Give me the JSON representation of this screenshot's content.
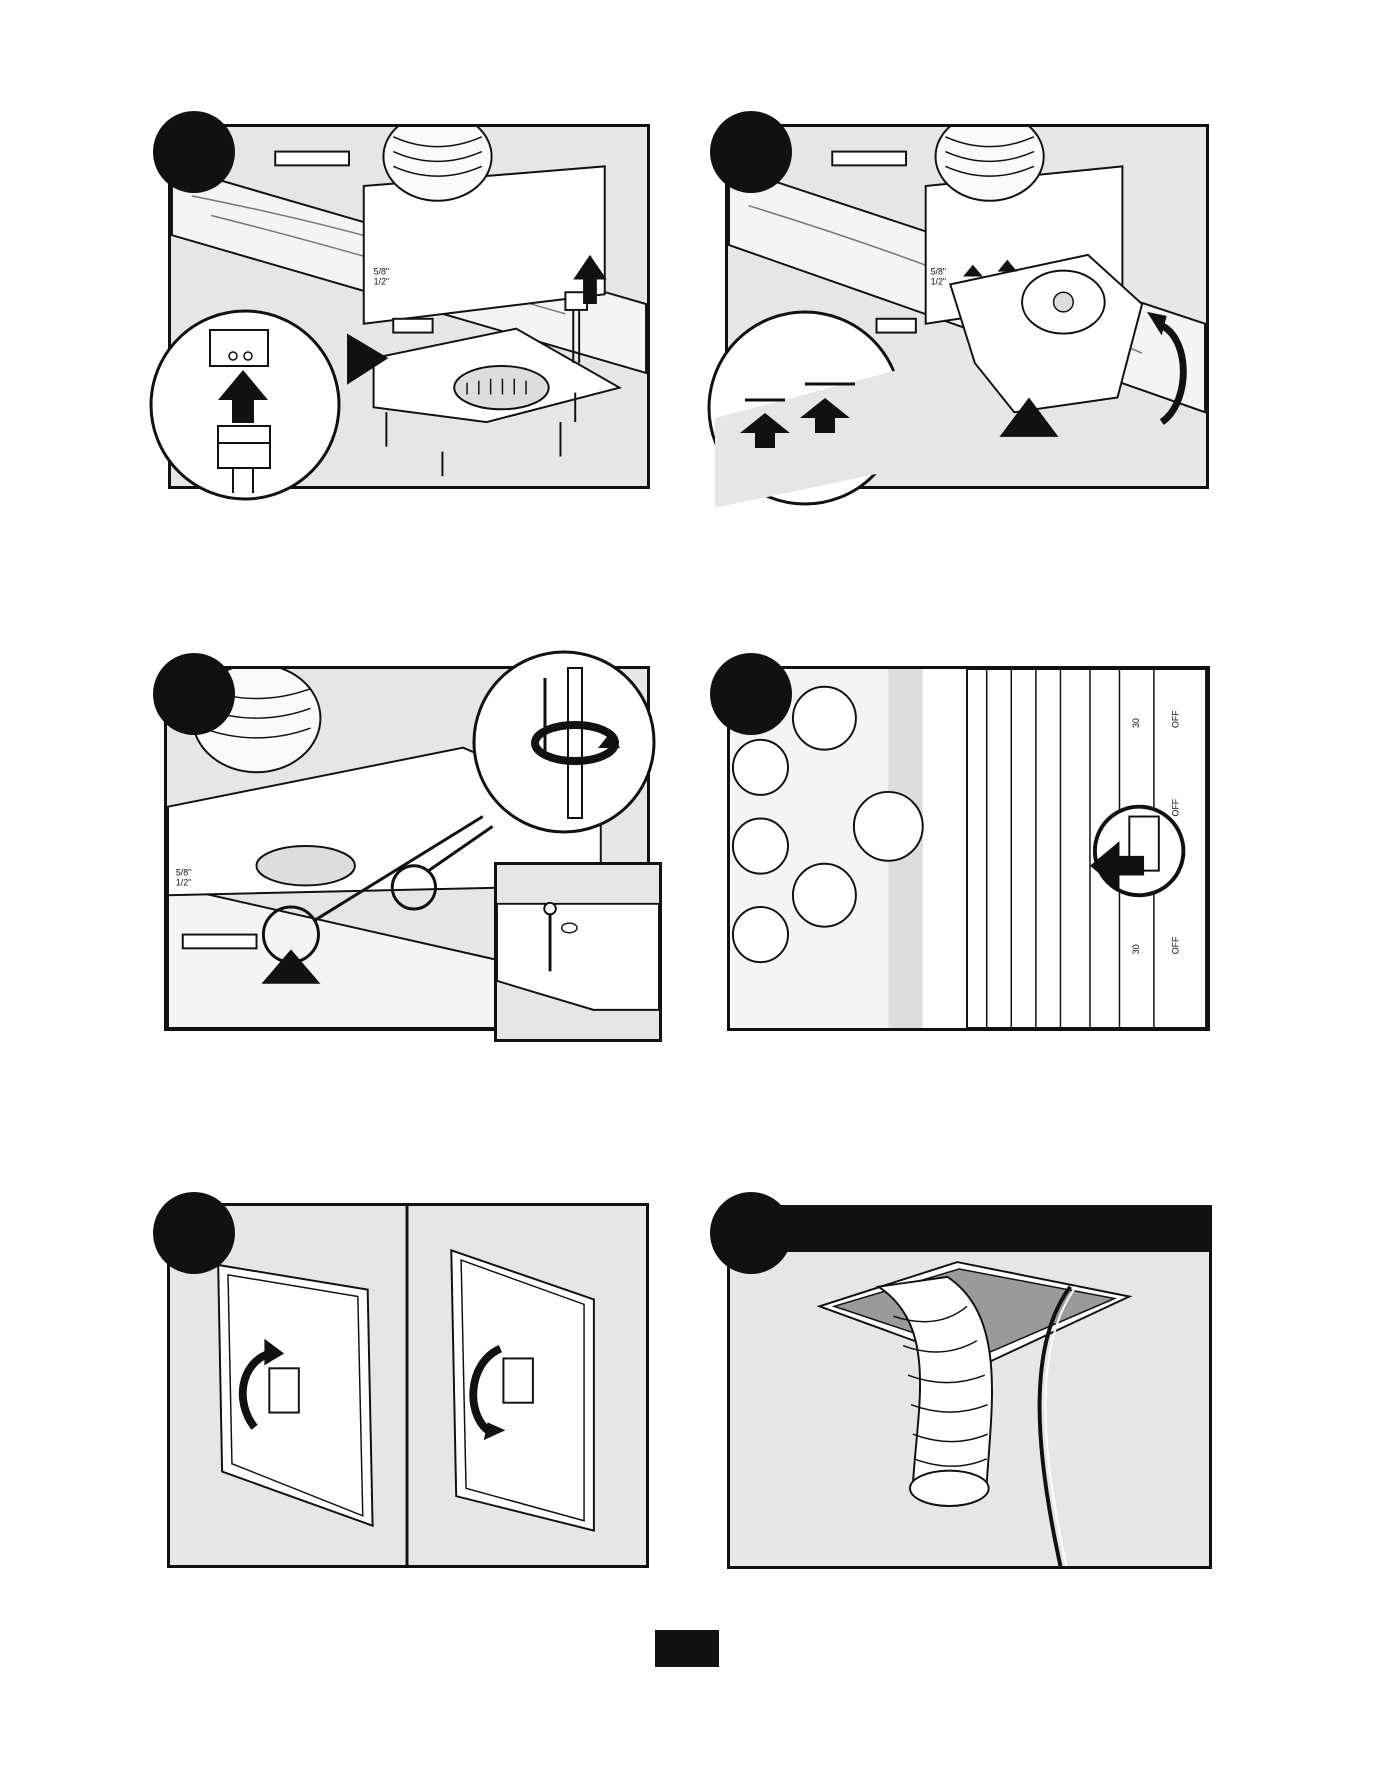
{
  "panels": {
    "p1": {
      "labels": {
        "upper": "5/8\"",
        "lower": "1/2\""
      }
    },
    "p2": {
      "labels": {
        "upper": "5/8\"",
        "lower": "1/2\""
      }
    },
    "p3": {
      "labels": {
        "upper": "5/8\"",
        "lower": "1/2\""
      }
    },
    "p4": {
      "breaker_amp": "30",
      "breaker_state": "OFF"
    }
  },
  "colors": {
    "ink": "#111111",
    "panel_fill": "#e6e6e6",
    "insulation_fill": "#9a9a9a"
  },
  "icons": [
    "arrow-up-icon",
    "arrow-right-icon",
    "rotate-arrow-icon",
    "screwdriver-icon",
    "circuit-breaker-icon",
    "wall-switch-icon",
    "flex-duct-icon"
  ]
}
